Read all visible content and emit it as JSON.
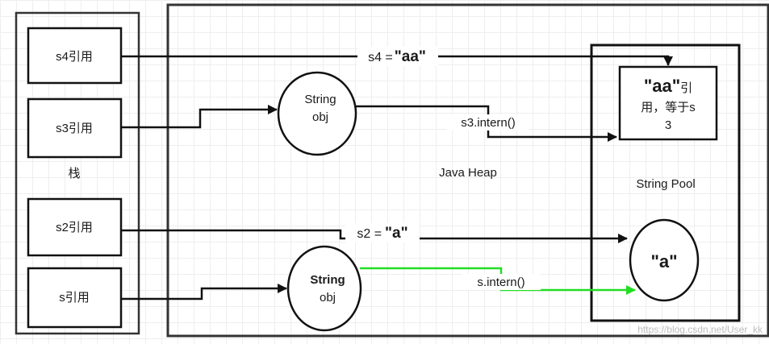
{
  "stack": {
    "label": "栈",
    "refs": [
      "s4引用",
      "s3引用",
      "s2引用",
      "s引用"
    ]
  },
  "heap": {
    "label": "Java Heap",
    "string_obj_line1": "String",
    "string_obj_line2": "obj"
  },
  "pool": {
    "label": "String Pool",
    "aa_entry": {
      "quoted": "\"aa\"",
      "line1_rest": "引",
      "line2": "用，等于s",
      "line3": "3"
    },
    "a_entry": "\"a\""
  },
  "arrows": {
    "s4_prefix": "s4 =",
    "s4_value": "\"aa\"",
    "s3_intern": "s3.intern()",
    "s2_prefix": "s2 =",
    "s2_value": "\"a\"",
    "s_intern": "s.intern()"
  },
  "watermark": "https://blog.csdn.net/User_kk",
  "colors": {
    "line": "#111111",
    "green_arrow": "#22dd22"
  }
}
